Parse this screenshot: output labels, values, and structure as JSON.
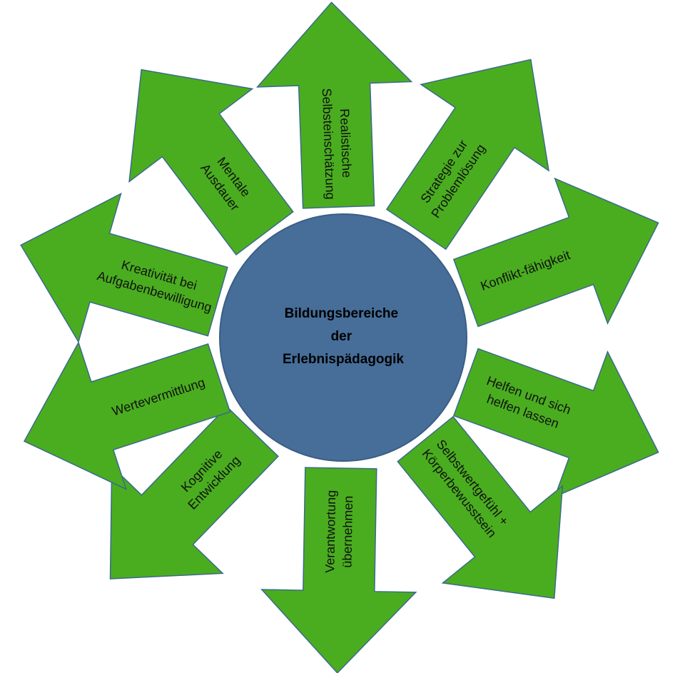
{
  "center": {
    "lines": [
      "Bildungsbereiche",
      "der",
      "Erlebnispädagogik"
    ]
  },
  "arrows": [
    {
      "lines": [
        "Realistische",
        "Selbsteinschätzung"
      ]
    },
    {
      "lines": [
        "Strategie zur",
        "Problemlösung"
      ]
    },
    {
      "lines": [
        "Konflikt-fähigkeit"
      ]
    },
    {
      "lines": [
        "Helfen und sich",
        "helfen lassen"
      ]
    },
    {
      "lines": [
        "Selbstwertgefühl +",
        "Körperbewusstsein"
      ]
    },
    {
      "lines": [
        "Verantwortung",
        "übernehmen"
      ]
    },
    {
      "lines": [
        "Kognitive",
        "Entwicklung"
      ]
    },
    {
      "lines": [
        "Wertevermittlung"
      ]
    },
    {
      "lines": [
        "Kreativität bei",
        "Aufgabenbewilligung"
      ]
    },
    {
      "lines": [
        "Mentale",
        "Ausdauer"
      ]
    }
  ],
  "colors": {
    "arrow_fill": "#4aad1f",
    "arrow_outline": "#3a6a8c",
    "circle_fill": "#466e99"
  }
}
